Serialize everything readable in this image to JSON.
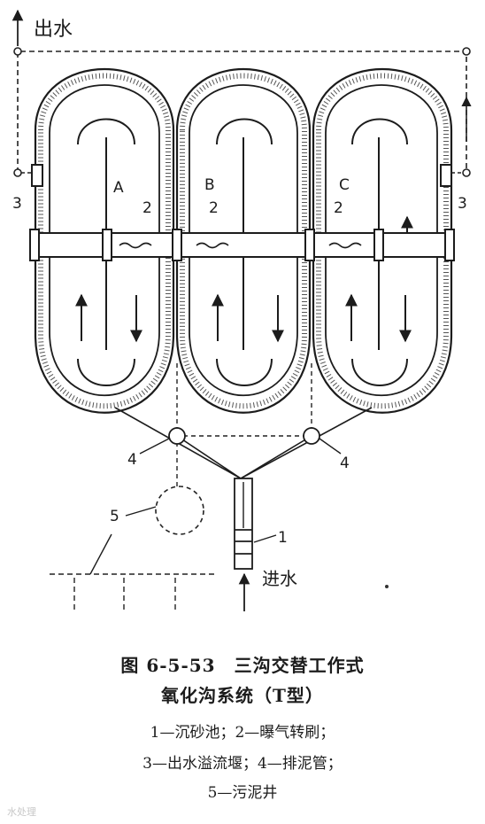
{
  "diagram": {
    "outlet_label": "出水",
    "inlet_label": "进水",
    "ditches": [
      "A",
      "B",
      "C"
    ],
    "brush_label": "2",
    "weir_label": "3",
    "sludge_pipe_label": "4",
    "sludge_well_label": "5",
    "grit_chamber_label": "1"
  },
  "caption": {
    "title": "图 6-5-53　三沟交替工作式",
    "subtitle": "氧化沟系统（T型）",
    "legend_line1": "1—沉砂池；2—曝气转刷；",
    "legend_line2": "3—出水溢流堰；4—排泥管；",
    "legend_line3": "5—污泥井"
  },
  "watermark": "水处理"
}
